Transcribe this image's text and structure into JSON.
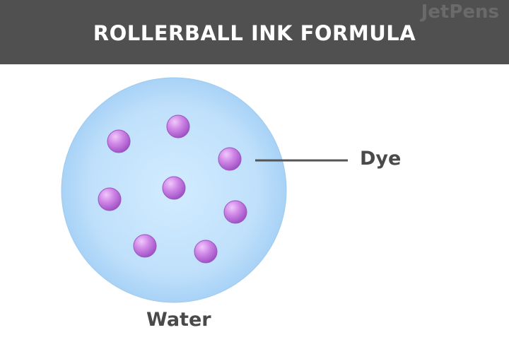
{
  "header": {
    "title": "ROLLERBALL INK FORMULA",
    "brand": "JetPens",
    "background_color": "#505050"
  },
  "diagram": {
    "type": "ink-composition",
    "solvent": {
      "label": "Water",
      "color": "#b9dcfa"
    },
    "particles": {
      "label": "Dye",
      "count": 8,
      "color": "#c57ddc"
    }
  }
}
